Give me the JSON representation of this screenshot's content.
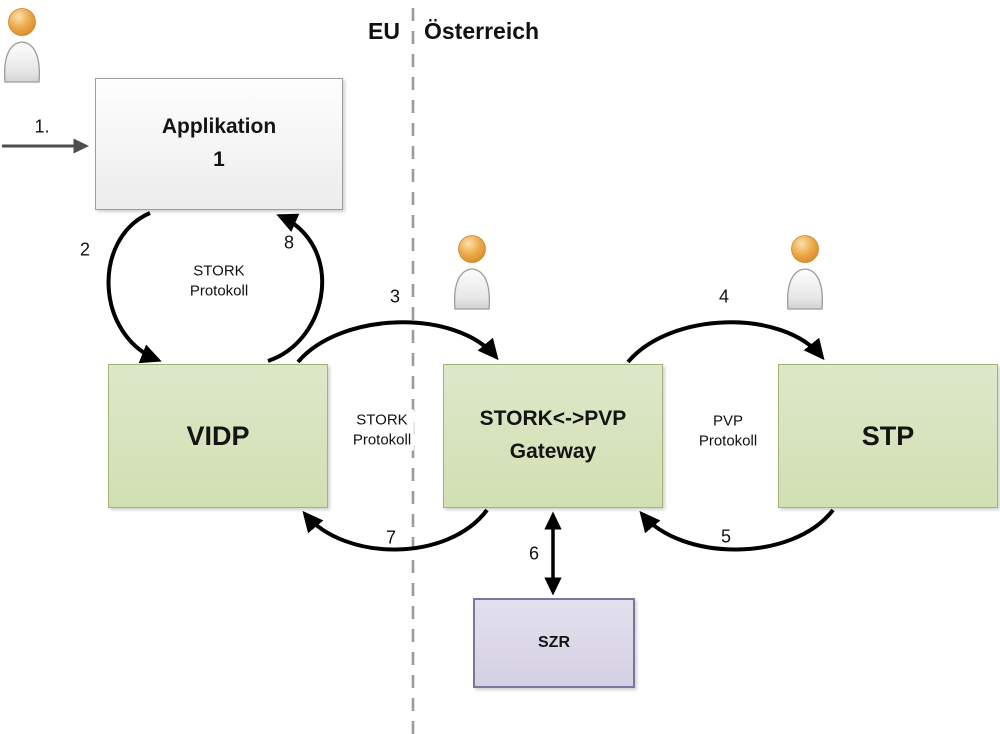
{
  "title": {
    "eu": "EU",
    "austria": "Österreich"
  },
  "nodes": {
    "applikation": {
      "line1": "Applikation",
      "line2": "1",
      "fill": "#f2f2f2",
      "border": "#9d9d9d"
    },
    "vidp": {
      "label": "VIDP",
      "fill": "#d6e2ba",
      "border": "#a3b275"
    },
    "gateway": {
      "line1": "STORK<->PVP",
      "line2": "Gateway",
      "fill": "#d6e2ba",
      "border": "#a3b275"
    },
    "stp": {
      "label": "STP",
      "fill": "#d6e2ba",
      "border": "#a3b275"
    },
    "szr": {
      "label": "SZR",
      "fill": "#dcd8e8",
      "border": "#7d74a0"
    }
  },
  "steps": {
    "s1": "1.",
    "s2": "2",
    "s3": "3",
    "s4": "4",
    "s5": "5",
    "s6": "6",
    "s7": "7",
    "s8": "8"
  },
  "protocols": {
    "stork_upper": {
      "line1": "STORK",
      "line2": "Protokoll"
    },
    "stork_middle": {
      "line1": "STORK",
      "line2": "Protokoll"
    },
    "pvp": {
      "line1": "PVP",
      "line2": "Protokoll"
    }
  },
  "colors": {
    "arrow": "#000000",
    "step1_arrow": "#4d4d4d",
    "dashed_border": "#9b9b9b",
    "person_head": "#eda94a"
  }
}
